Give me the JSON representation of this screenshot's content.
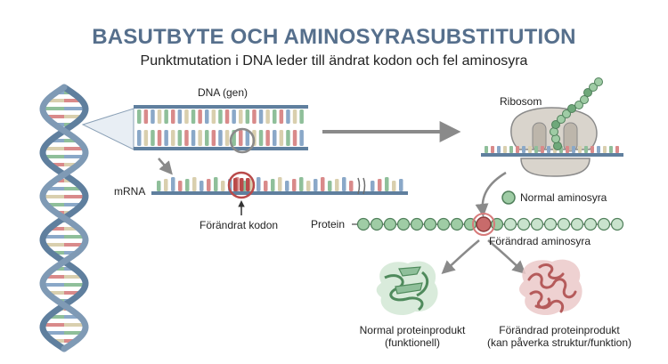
{
  "header": {
    "title": "BASUTBYTE OCH AMINOSYRASUBSTITUTION",
    "subtitle": "Punktmutation i DNA leder till ändrat kodon och fel aminosyra"
  },
  "labels": {
    "dna": "DNA (gen)",
    "mrna": "mRNA",
    "changed_codon": "Förändrat kodon",
    "ribosome": "Ribosom",
    "normal_amino_acid": "Normal aminosyra",
    "protein": "Protein",
    "changed_amino_acid": "Förändrad aminosyra",
    "normal_product_line1": "Normal proteinprodukt",
    "normal_product_line2": "(funktionell)",
    "altered_product_line1": "Förändrad proteinprodukt",
    "altered_product_line2": "(kan påverka struktur/funktion)"
  },
  "colors": {
    "title": "#566f8c",
    "backbone": "#5f7f9e",
    "base_green": "#8fbf9a",
    "base_red": "#d98a8a",
    "base_blue": "#8aa8c8",
    "base_beige": "#d9cfae",
    "mutation": "#b94a4a",
    "amino_normal": "#9fcca5",
    "protein_normal": "#6fa87a",
    "protein_altered": "#c46a6a"
  }
}
